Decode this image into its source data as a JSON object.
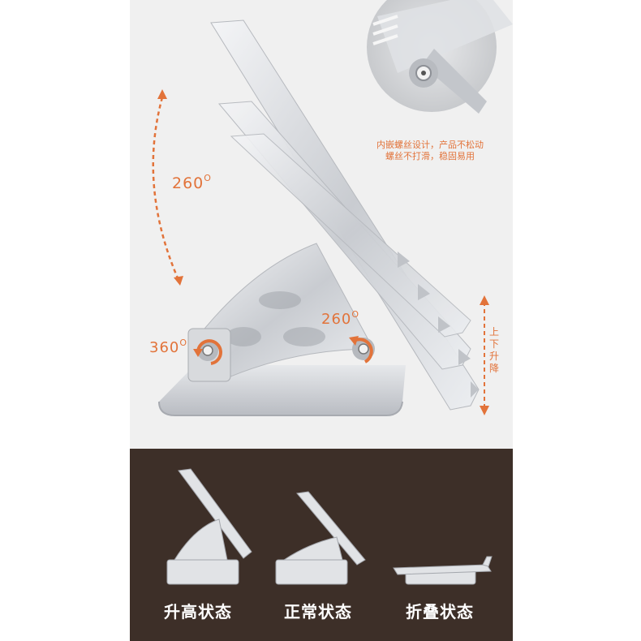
{
  "rotation": {
    "top_angle": "260",
    "left_angle": "360",
    "right_angle": "260",
    "degree_symbol": "O"
  },
  "height_adjust_label": "上下升降",
  "feature_note": {
    "line1": "内嵌螺丝设计，产品不松动",
    "line2": "螺丝不打滑，稳固易用"
  },
  "states": [
    {
      "label": "升高状态"
    },
    {
      "label": "正常状态"
    },
    {
      "label": "折叠状态"
    }
  ],
  "colors": {
    "accent": "#e2733a",
    "dark_bg": "#3d2f28",
    "light_bg": "#f0f0f0",
    "aluminum": "#d6d8dc"
  }
}
